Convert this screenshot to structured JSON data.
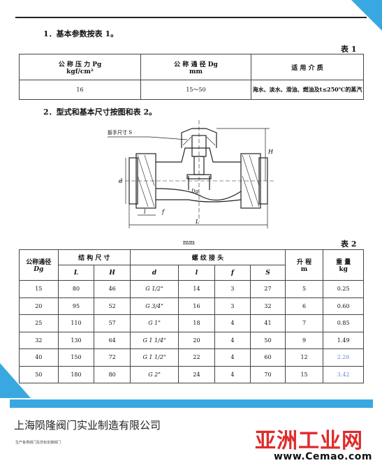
{
  "section1_heading": "1．基本参数按表 1。",
  "table1": {
    "label": "表 1",
    "headers": [
      "公  称  压  力  Pg\nkgf/cm²",
      "公  称  通  径  Dg\nmm",
      "适    用    介    质"
    ],
    "row": [
      "16",
      "15～50",
      "海水、淡水、滑油、燃油及t≤250℃的蒸汽"
    ]
  },
  "section2_heading": "2．型式和基本尺寸按图和表 2。",
  "drawing": {
    "wrench_label": "扳手尺寸 S",
    "labels": [
      "H",
      "d",
      "Dg",
      "l",
      "f",
      "L"
    ]
  },
  "table2": {
    "unit": "mm",
    "label": "表 2",
    "group_headers": {
      "dn": "公称通径",
      "dn_sym": "Dg",
      "struct": "结  构  尺  寸",
      "thread": "螺      纹      接      头",
      "lift": "升  程",
      "lift_unit": "m",
      "weight": "重  量",
      "weight_unit": "kg"
    },
    "sub_headers": [
      "L",
      "H",
      "d",
      "l",
      "f",
      "S"
    ],
    "rows": [
      [
        "15",
        "80",
        "46",
        "G 1/2\"",
        "14",
        "3",
        "27",
        "5",
        "0.25"
      ],
      [
        "20",
        "95",
        "52",
        "G 3/4\"",
        "16",
        "3",
        "32",
        "6",
        "0.60"
      ],
      [
        "25",
        "110",
        "57",
        "G 1\"",
        "18",
        "4",
        "41",
        "7",
        "0.85"
      ],
      [
        "32",
        "130",
        "64",
        "G 1 1/4\"",
        "20",
        "4",
        "50",
        "9",
        "1.49"
      ],
      [
        "40",
        "150",
        "72",
        "G 1 1/2\"",
        "22",
        "4",
        "60",
        "12",
        "2.26"
      ],
      [
        "50",
        "180",
        "80",
        "G 2\"",
        "24",
        "4",
        "70",
        "15",
        "3.42"
      ]
    ]
  },
  "footer": {
    "company": "上海陨隆阀门实业制造有限公司",
    "tagline": "生产各类阀门及非标定做阀门",
    "brand": "亚洲工业网",
    "site": "www.Cemao.com"
  },
  "colors": {
    "accent": "#3aa8e0",
    "brand_red": "#e02b2b"
  }
}
